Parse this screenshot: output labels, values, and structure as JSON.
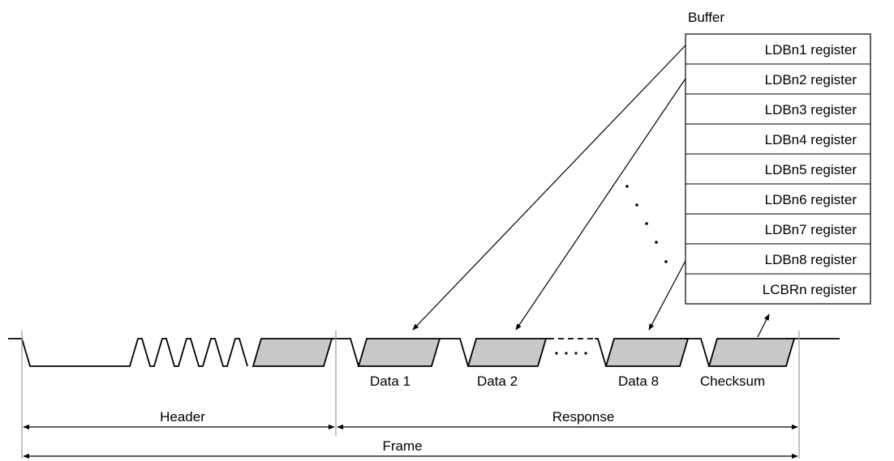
{
  "buffer": {
    "title": "Buffer",
    "registers": [
      "LDBn1 register",
      "LDBn2 register",
      "LDBn3 register",
      "LDBn4 register",
      "LDBn5 register",
      "LDBn6 register",
      "LDBn7 register",
      "LDBn8 register",
      "LCBRn register"
    ]
  },
  "fields": {
    "data1": "Data 1",
    "data2": "Data 2",
    "data8": "Data 8",
    "checksum": "Checksum"
  },
  "spans": {
    "header": "Header",
    "response": "Response",
    "frame": "Frame"
  },
  "colors": {
    "field_fill": "#c8c8c8",
    "line": "#000000"
  }
}
